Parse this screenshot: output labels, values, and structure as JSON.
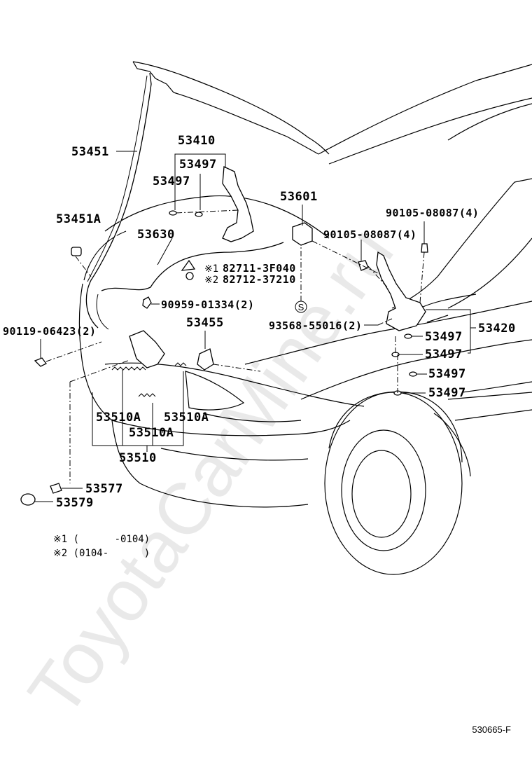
{
  "parts": {
    "hood_support_rod": "53451",
    "hood_cushion": "53451A",
    "hood_hinge_lh": "53410",
    "hinge_shim_lh_a": "53497",
    "hinge_shim_lh_b": "53497",
    "hood_lock": "53601",
    "release_cable": "53630",
    "bolt_upper": "90105-08087(4)",
    "bolt_lower": "90105-08087(4)",
    "lever_part_1": "82711-3F040",
    "lever_part_2": "82712-37210",
    "clip": "90959-01334(2)",
    "stud": "93568-55016(2)",
    "hood_hinge_rh": "53420",
    "hinge_shim_rh_1": "53497",
    "hinge_shim_rh_2": "53497",
    "hinge_shim_rh_3": "53497",
    "hinge_shim_rh_4": "53497",
    "screw_left": "90119-06423(2)",
    "hood_latch": "53455",
    "spring_left": "53510A",
    "spring_right": "53510A",
    "spring_center": "53510A",
    "release_assembly": "53510",
    "knob": "53577",
    "knob_cap": "53579"
  },
  "notes": {
    "mark1": "※1",
    "mark2": "※2",
    "note1": "※1 (      -0104)",
    "note2": "※2 (0104-      )"
  },
  "symbols": {
    "s_marker": "S"
  },
  "watermark": "ToyotaCarMine.ru",
  "figure_id": "530665-F"
}
